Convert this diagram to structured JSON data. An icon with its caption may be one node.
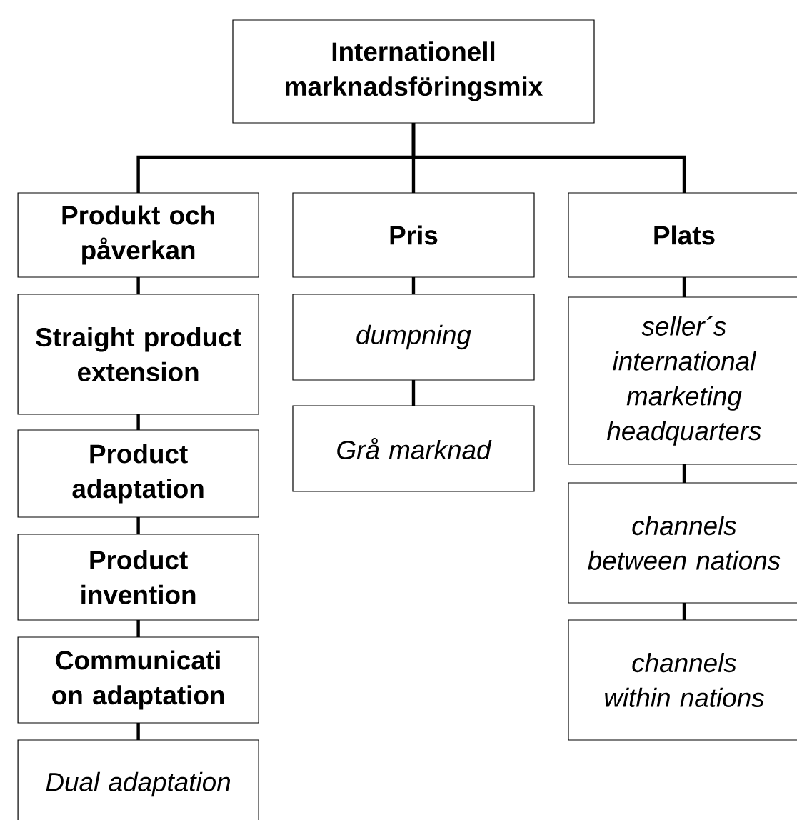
{
  "diagram": {
    "nodes": [
      {
        "text": [
          "Internationell marknadsföringsmix"
        ]
      },
      {
        "text": [
          "Produkt och påverkan"
        ]
      },
      {
        "text": [
          "Straight product extension"
        ]
      },
      {
        "text": [
          "Product adaptation"
        ]
      },
      {
        "text": [
          "Product invention"
        ]
      },
      {
        "text": [
          "Communicati on adaptation"
        ]
      },
      {
        "text": [
          "Dual adaptation"
        ]
      },
      {
        "text": [
          "Pris"
        ]
      },
      {
        "text": [
          "dumpning"
        ]
      },
      {
        "text": [
          "Grå marknad"
        ]
      },
      {
        "text": [
          "Plats"
        ]
      },
      {
        "text": [
          "seller´s international marketing headquarters"
        ]
      },
      {
        "text": [
          "channels between nations"
        ]
      },
      {
        "text": [
          "channels within nations"
        ]
      }
    ],
    "edges": [
      {
        "from": 0,
        "to": 1,
        "arrow": "none"
      },
      {
        "from": 0,
        "to": 7,
        "arrow": "none"
      },
      {
        "from": 0,
        "to": 10,
        "arrow": "none"
      },
      {
        "from": 1,
        "to": 2,
        "arrow": "none"
      },
      {
        "from": 2,
        "to": 3,
        "arrow": "none"
      },
      {
        "from": 3,
        "to": 4,
        "arrow": "none"
      },
      {
        "from": 4,
        "to": 5,
        "arrow": "none"
      },
      {
        "from": 5,
        "to": 6,
        "arrow": "none"
      },
      {
        "from": 7,
        "to": 8,
        "arrow": "none"
      },
      {
        "from": 8,
        "to": 9,
        "arrow": "none"
      },
      {
        "from": 10,
        "to": 11,
        "arrow": "none"
      },
      {
        "from": 11,
        "to": 12,
        "arrow": "none"
      },
      {
        "from": 12,
        "to": 13,
        "arrow": "none"
      }
    ]
  }
}
